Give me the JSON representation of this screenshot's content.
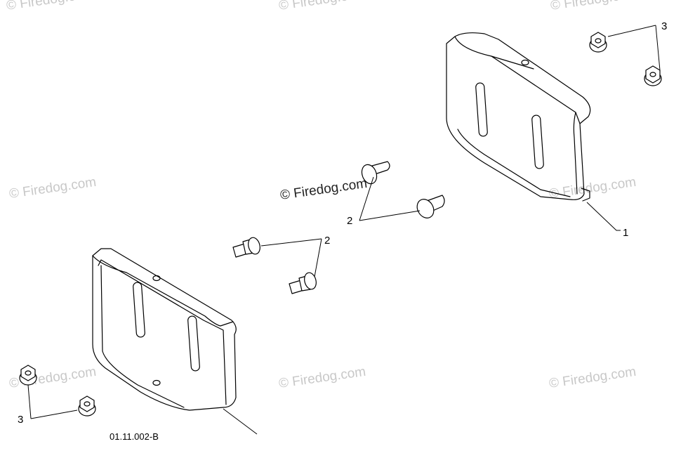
{
  "callouts": {
    "part1": "1",
    "part2_upper": "2",
    "part2_lower": "2",
    "part3_upper": "3",
    "part3_lower": "3"
  },
  "drawing_code": "01.11.002-B",
  "watermark": {
    "text": "© Firedog.com"
  }
}
